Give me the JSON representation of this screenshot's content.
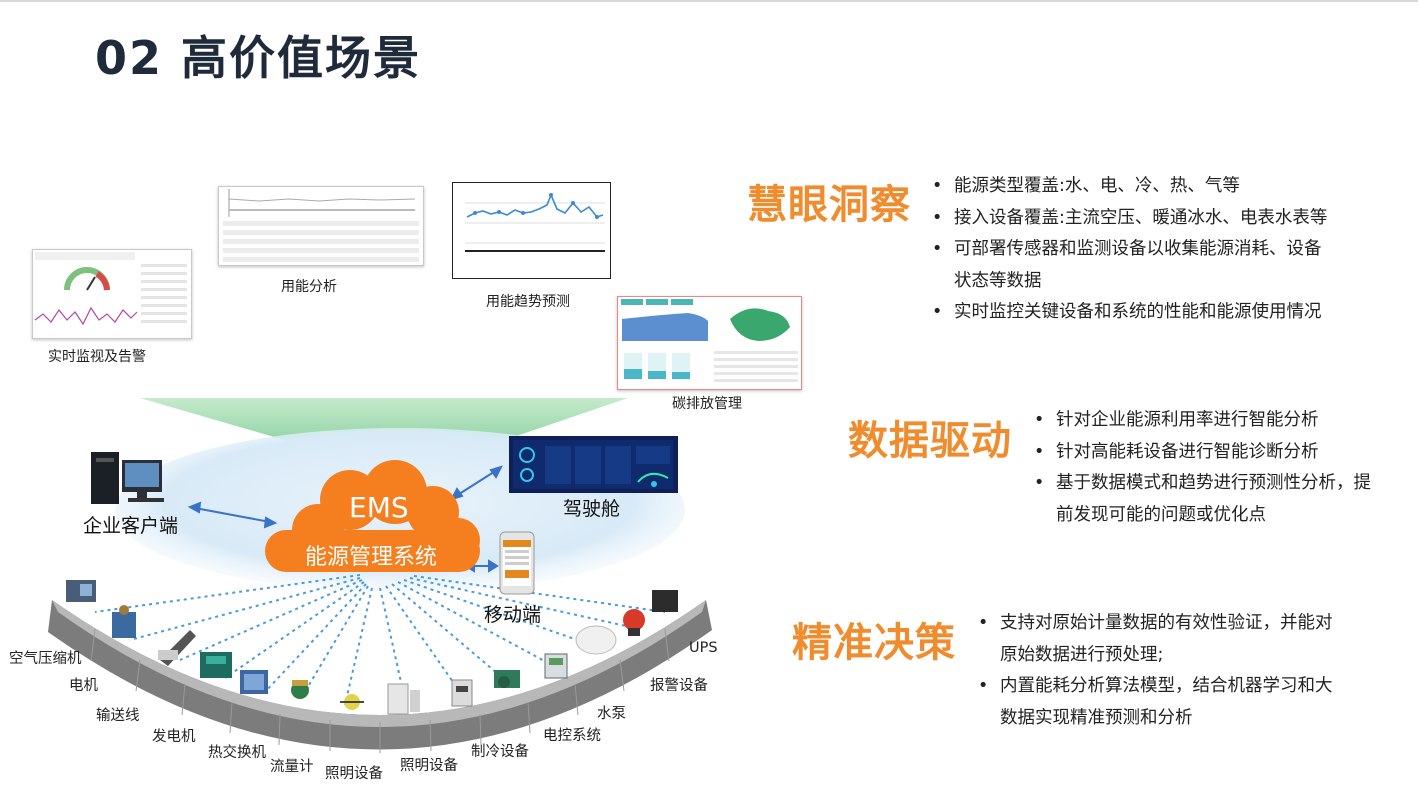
{
  "title": "02 高价值场景",
  "screenshots": {
    "monitor": "实时监视及告警",
    "usage": "用能分析",
    "trend": "用能趋势预测",
    "carbon": "碳排放管理"
  },
  "nodes": {
    "ems_top": "EMS",
    "ems_bottom": "能源管理系统",
    "client": "企业客户端",
    "cockpit": "驾驶舱",
    "mobile": "移动端"
  },
  "devices": [
    "UPS",
    "报警设备",
    "水泵",
    "电控系统",
    "制冷设备",
    "照明设备",
    "照明设备",
    "流量计",
    "热交换机",
    "发电机",
    "输送线",
    "电机",
    "空气压缩机"
  ],
  "panels": [
    {
      "title": "慧眼洞察",
      "items": [
        {
          "lines": [
            "能源类型覆盖:水、电、冷、热、气等"
          ]
        },
        {
          "lines": [
            "接入设备覆盖:主流空压、暖通冰水、电表水表等"
          ]
        },
        {
          "lines": [
            "可部署传感器和监测设备以收集能源消耗、设备",
            "状态等数据"
          ]
        },
        {
          "lines": [
            "实时监控关键设备和系统的性能和能源使用情况"
          ]
        }
      ]
    },
    {
      "title": "数据驱动",
      "items": [
        {
          "lines": [
            "针对企业能源利用率进行智能分析"
          ]
        },
        {
          "lines": [
            "针对高能耗设备进行智能诊断分析"
          ]
        },
        {
          "lines": [
            "基于数据模式和趋势进行预测性分析，提",
            "前发现可能的问题或优化点"
          ]
        }
      ]
    },
    {
      "title": "精准决策",
      "items": [
        {
          "lines": [
            "支持对原始计量数据的有效性验证，并能对",
            "原始数据进行预处理;"
          ]
        },
        {
          "lines": [
            "内置能耗分析算法模型，结合机器学习和大",
            "数据实现精准预测和分析"
          ]
        }
      ]
    }
  ],
  "colors": {
    "accent": "#f08c2e",
    "ems": "#f57f1f",
    "title": "#1f2a3a",
    "link": "#3a72c8"
  }
}
